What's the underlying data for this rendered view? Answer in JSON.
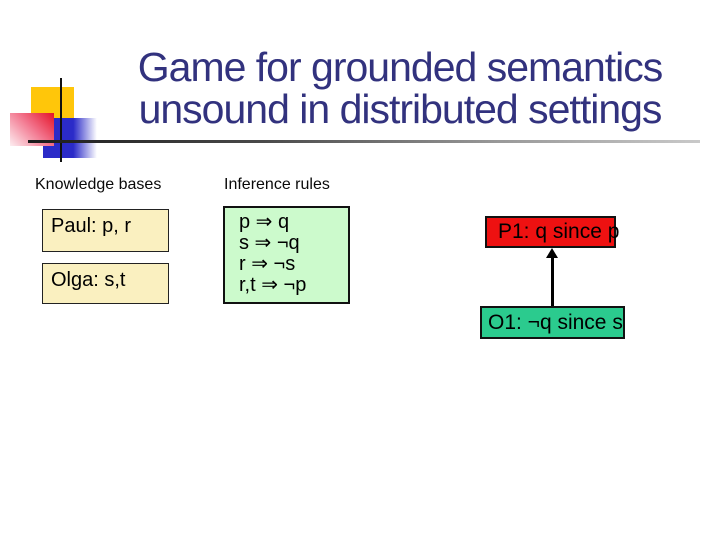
{
  "title": {
    "line1": "Game for grounded semantics",
    "line2": "unsound in distributed settings"
  },
  "section_labels": {
    "knowledge_bases": "Knowledge bases",
    "inference_rules": "Inference rules"
  },
  "knowledge_bases": {
    "paul": "Paul: p, r",
    "olga": "Olga: s,t"
  },
  "inference_rules": {
    "lines": [
      "p ⇒ q",
      "s ⇒ ¬q",
      "r ⇒ ¬s",
      "r,t ⇒ ¬p"
    ]
  },
  "arguments": {
    "p1": "P1: q since p",
    "o1": "O1: ¬q since s"
  },
  "colors": {
    "title_color": "#32327E",
    "kb_box_fill": "#FAF0C0",
    "rules_box_fill": "#CCFACC",
    "p1_box_fill": "#EE1111",
    "o1_box_fill": "#2BCB8E",
    "decor_yellow": "#FFC60A",
    "decor_blue": "#2B2BC8",
    "decor_red": "#E41328"
  }
}
